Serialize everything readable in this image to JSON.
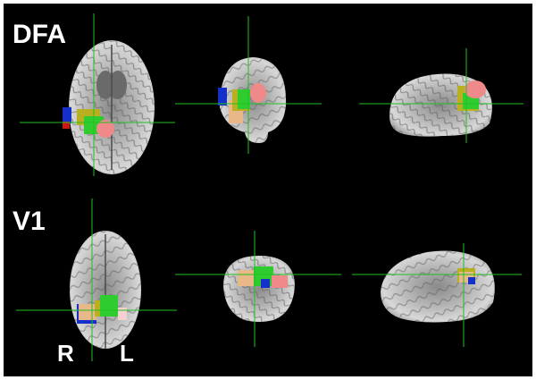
{
  "figure": {
    "rows": [
      {
        "label": "DFA"
      },
      {
        "label": "V1"
      }
    ],
    "orientation": {
      "right": "R",
      "left": "L"
    },
    "colors": {
      "background": "#000000",
      "crosshair": "#22c022",
      "roi_green": "#2ecc2e",
      "roi_yellow": "#b8b020",
      "roi_blue": "#1530c8",
      "roi_pink": "#f08a8a",
      "roi_red": "#c81818",
      "roi_peach": "#e8b888"
    },
    "views": [
      "axial",
      "coronal",
      "sagittal"
    ]
  }
}
